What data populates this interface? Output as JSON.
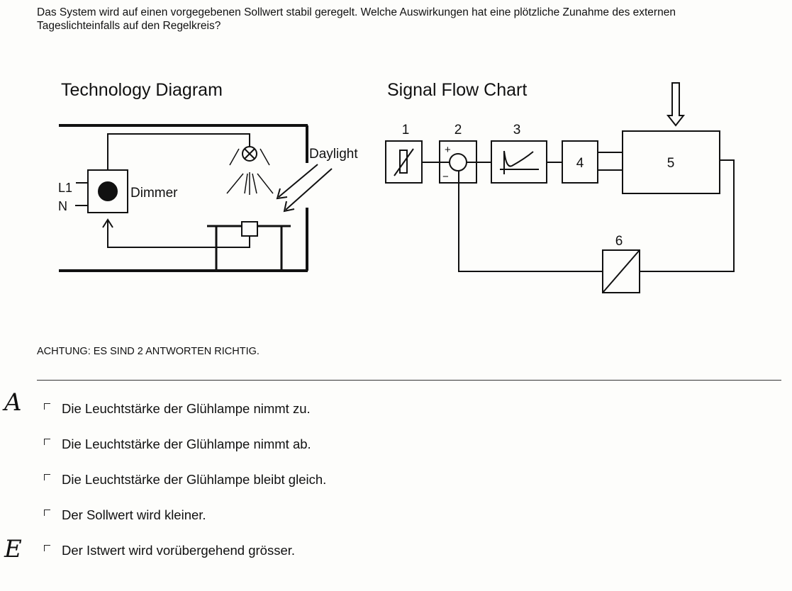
{
  "question": "Das System wird auf einen vorgegebenen Sollwert stabil geregelt. Welche Auswirkungen hat eine plötzliche Zunahme des externen Tageslichteinfalls auf den Regelkreis?",
  "technology_diagram": {
    "title": "Technology Diagram",
    "labels": {
      "l1": "L1",
      "n": "N",
      "dimmer": "Dimmer",
      "daylight": "Daylight"
    }
  },
  "signal_flow_chart": {
    "title": "Signal Flow Chart",
    "blocks": [
      "1",
      "2",
      "3",
      "4",
      "5",
      "6"
    ],
    "summing_signs": {
      "plus": "+",
      "minus": "−"
    }
  },
  "warning": "ACHTUNG: ES SIND 2 ANTWORTEN RICHTIG.",
  "options": [
    {
      "text": "Die Leuchtstärke der Glühlampe nimmt zu.",
      "mark": "A"
    },
    {
      "text": "Die Leuchtstärke der Glühlampe nimmt ab.",
      "mark": ""
    },
    {
      "text": "Die Leuchtstärke der Glühlampe bleibt gleich.",
      "mark": ""
    },
    {
      "text": "Der Sollwert wird kleiner.",
      "mark": ""
    },
    {
      "text": "Der Istwert wird vorübergehend grösser.",
      "mark": "E"
    }
  ]
}
